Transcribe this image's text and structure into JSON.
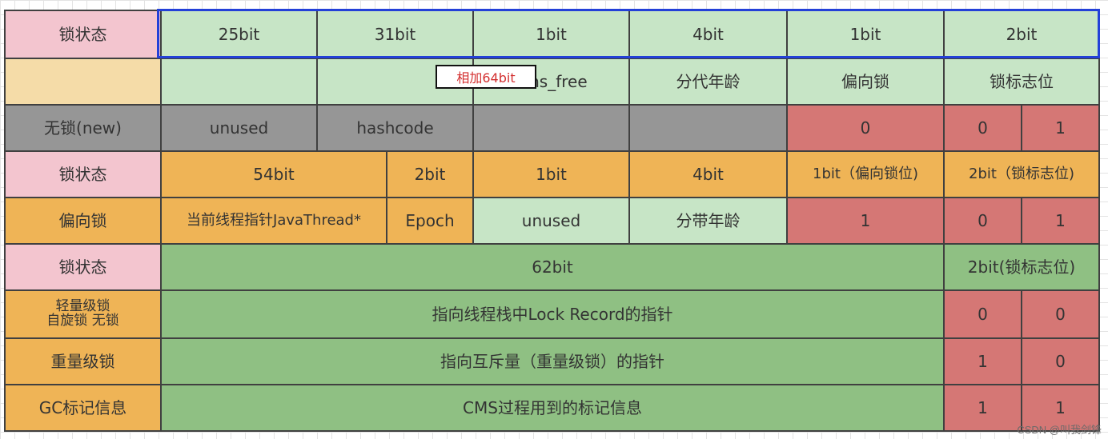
{
  "palette": {
    "pink": "#f3c5cf",
    "peach": "#f5dca8",
    "grey": "#969696",
    "light_green": "#c7e5c6",
    "orange": "#efb456",
    "red": "#d57775",
    "green": "#8fc083"
  },
  "table": {
    "rows": [
      {
        "cells": [
          {
            "text": "锁状态",
            "fill": "pink"
          },
          {
            "text": "25bit",
            "fill": "light_green"
          },
          {
            "text": "31bit",
            "fill": "light_green"
          },
          {
            "text": "1bit",
            "fill": "light_green"
          },
          {
            "text": "4bit",
            "fill": "light_green"
          },
          {
            "text": "1bit",
            "fill": "light_green"
          },
          {
            "text": "2bit",
            "fill": "light_green"
          }
        ]
      },
      {
        "cells": [
          {
            "text": "",
            "fill": "peach"
          },
          {
            "text": "",
            "fill": "light_green"
          },
          {
            "text": "",
            "fill": "light_green"
          },
          {
            "text": "cms_free",
            "fill": "light_green"
          },
          {
            "text": "分代年龄",
            "fill": "light_green"
          },
          {
            "text": "偏向锁",
            "fill": "light_green"
          },
          {
            "text": "锁标志位",
            "fill": "light_green"
          }
        ]
      },
      {
        "cells": [
          {
            "text": "无锁(new)",
            "fill": "grey"
          },
          {
            "text": "unused",
            "fill": "grey"
          },
          {
            "text": "hashcode",
            "fill": "grey"
          },
          {
            "text": "",
            "fill": "grey"
          },
          {
            "text": "",
            "fill": "grey"
          },
          {
            "text": "0",
            "fill": "red"
          },
          {
            "text": "0",
            "fill": "red"
          },
          {
            "text": "1",
            "fill": "red"
          }
        ]
      },
      {
        "cells": [
          {
            "text": "锁状态",
            "fill": "pink"
          },
          {
            "text": "54bit",
            "fill": "orange"
          },
          {
            "text": "2bit",
            "fill": "orange"
          },
          {
            "text": "1bit",
            "fill": "orange"
          },
          {
            "text": "4bit",
            "fill": "orange"
          },
          {
            "text": "1bit（偏向锁位)",
            "fill": "orange"
          },
          {
            "text": "2bit（锁标志位)",
            "fill": "orange"
          }
        ]
      },
      {
        "cells": [
          {
            "text": "偏向锁",
            "fill": "orange"
          },
          {
            "text": "当前线程指针JavaThread*",
            "fill": "orange"
          },
          {
            "text": "Epoch",
            "fill": "orange"
          },
          {
            "text": "unused",
            "fill": "light_green"
          },
          {
            "text": "分带年龄",
            "fill": "light_green"
          },
          {
            "text": "1",
            "fill": "red"
          },
          {
            "text": "0",
            "fill": "red"
          },
          {
            "text": "1",
            "fill": "red"
          }
        ]
      },
      {
        "cells": [
          {
            "text": "锁状态",
            "fill": "pink"
          },
          {
            "text": "62bit",
            "fill": "green"
          },
          {
            "text": "2bit(锁标志位)",
            "fill": "green"
          }
        ]
      },
      {
        "cells": [
          {
            "text": "轻量级锁\n自旋锁 无锁",
            "fill": "orange"
          },
          {
            "text": "指向线程栈中Lock Record的指针",
            "fill": "green"
          },
          {
            "text": "0",
            "fill": "red"
          },
          {
            "text": "0",
            "fill": "red"
          }
        ]
      },
      {
        "cells": [
          {
            "text": "重量级锁",
            "fill": "orange"
          },
          {
            "text": "指向互斥量（重量级锁）的指针",
            "fill": "green"
          },
          {
            "text": "1",
            "fill": "red"
          },
          {
            "text": "0",
            "fill": "red"
          }
        ]
      },
      {
        "cells": [
          {
            "text": "GC标记信息",
            "fill": "orange"
          },
          {
            "text": "CMS过程用到的标记信息",
            "fill": "green"
          },
          {
            "text": "1",
            "fill": "red"
          },
          {
            "text": "1",
            "fill": "red"
          }
        ]
      }
    ]
  },
  "callout": {
    "text": "相加64bit"
  },
  "watermark": {
    "text": "CSDN @叫我剑锋"
  }
}
